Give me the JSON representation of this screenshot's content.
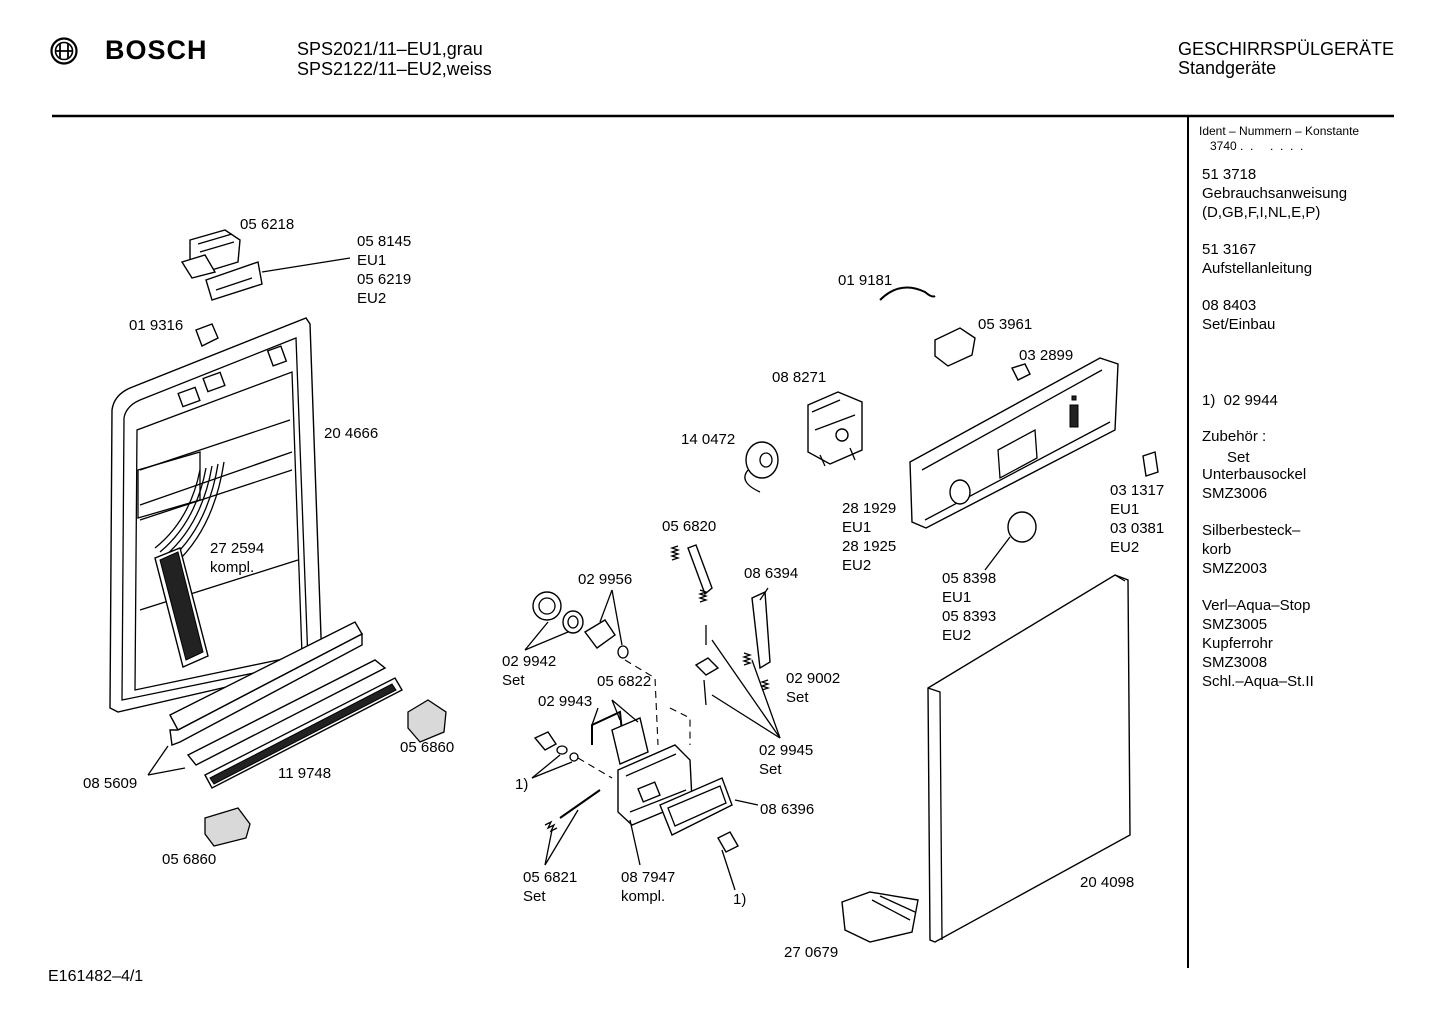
{
  "header": {
    "brand": "BOSCH",
    "model_line1": "SPS2021/11–EU1,grau",
    "model_line2": "SPS2122/11–EU2,weiss",
    "category_line1": "GESCHIRRSPÜLGERÄTE",
    "category_line2": "Standgeräte"
  },
  "footer": {
    "doc_id": "E161482–4/1"
  },
  "sidebar": {
    "ident_title": "Ident – Nummern – Konstante",
    "ident_prefix": "3740 .  .     .  .  .  .",
    "blocks": [
      {
        "lines": [
          "51 3718",
          "Gebrauchsanweisung",
          "(D,GB,F,I,NL,E,P)"
        ]
      },
      {
        "lines": [
          "51 3167",
          "Aufstellanleitung"
        ]
      },
      {
        "lines": [
          "08 8403",
          "Set/Einbau"
        ]
      },
      {
        "lines": [
          "1)  02 9944",
          "      Set"
        ]
      },
      {
        "lines": [
          "Zubehör :"
        ]
      },
      {
        "lines": [
          "Unterbausockel",
          "SMZ3006"
        ]
      },
      {
        "lines": [
          "Silberbesteck–",
          "korb",
          "SMZ2003"
        ]
      },
      {
        "lines": [
          "Verl–Aqua–Stop",
          "SMZ3005",
          "Kupferrohr",
          "SMZ3008",
          "Schl.–Aqua–St.II"
        ]
      }
    ]
  },
  "labels": {
    "p_056218": "05 6218",
    "p_058145": [
      "05 8145",
      "EU1",
      "05 6219",
      "EU2"
    ],
    "p_019316": "01 9316",
    "p_204666": "20 4666",
    "p_272594": [
      "27 2594",
      "kompl."
    ],
    "p_056860a": "05 6860",
    "p_085609": "08 5609",
    "p_119748": "11 9748",
    "p_056860b": "05 6860",
    "p_019181": "01 9181",
    "p_053961": "05 3961",
    "p_032899": "03 2899",
    "p_088271": "08 8271",
    "p_140472": "14 0472",
    "p_281929": [
      "28 1929",
      "EU1",
      "28 1925",
      "EU2"
    ],
    "p_031317": [
      "03 1317",
      "EU1",
      "03 0381",
      "EU2"
    ],
    "p_058398": [
      "05 8398",
      "EU1",
      "05 8393",
      "EU2"
    ],
    "p_056820": "05 6820",
    "p_086394": "08 6394",
    "p_029956": "02 9956",
    "p_029942": [
      "02 9942",
      "Set"
    ],
    "p_056822": "05 6822",
    "p_029943": "02 9943",
    "p_029002": [
      "02 9002",
      "Set"
    ],
    "p_029945": [
      "02 9945",
      "Set"
    ],
    "p_one_a": "1)",
    "p_086396": "08 6396",
    "p_056821": [
      "05 6821",
      "Set"
    ],
    "p_087947": [
      "08 7947",
      "kompl."
    ],
    "p_one_b": "1)",
    "p_204098": "20 4098",
    "p_270679": "27 0679"
  }
}
